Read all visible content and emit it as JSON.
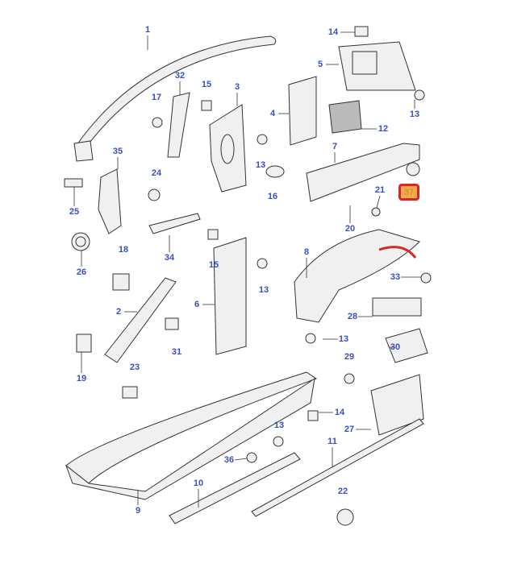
{
  "diagram": {
    "callouts": [
      "1",
      "32",
      "15",
      "3",
      "17",
      "4",
      "14",
      "5",
      "13",
      "12",
      "7",
      "35",
      "24",
      "13",
      "16",
      "21",
      "25",
      "20",
      "26",
      "34",
      "15",
      "18",
      "8",
      "13",
      "33",
      "6",
      "2",
      "28",
      "13",
      "31",
      "30",
      "29",
      "19",
      "23",
      "14",
      "27",
      "13",
      "11",
      "36",
      "10",
      "22",
      "9"
    ],
    "highlighted_callout": "37",
    "colors": {
      "label": "#3a4fc4",
      "highlight_fill": "#f5a94a",
      "highlight_border": "#d8262a"
    }
  }
}
